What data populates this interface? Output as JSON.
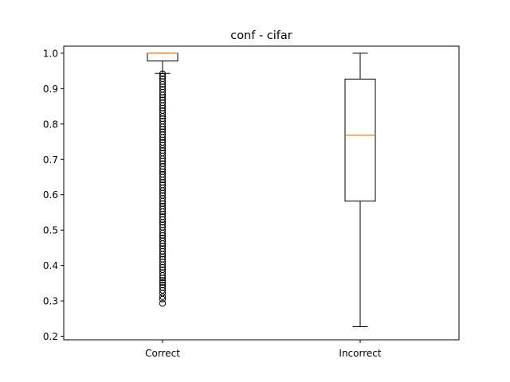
{
  "chart_data": {
    "type": "box",
    "title": "conf - cifar",
    "xlabel": "",
    "ylabel": "",
    "categories": [
      "Correct",
      "Incorrect"
    ],
    "ylim": [
      0.19,
      1.02
    ],
    "yticks": [
      0.2,
      0.3,
      0.4,
      0.5,
      0.6,
      0.7,
      0.8,
      0.9,
      1.0
    ],
    "ytick_labels": [
      "0.2",
      "0.3",
      "0.4",
      "0.5",
      "0.6",
      "0.7",
      "0.8",
      "0.9",
      "1.0"
    ],
    "grid": false,
    "boxes": [
      {
        "category": "Correct",
        "whisker_low": 0.943,
        "q1": 0.978,
        "median": 1.0,
        "q3": 1.0,
        "whisker_high": 1.0,
        "outliers": [
          0.942,
          0.935,
          0.928,
          0.92,
          0.912,
          0.905,
          0.898,
          0.89,
          0.882,
          0.875,
          0.868,
          0.86,
          0.852,
          0.845,
          0.838,
          0.83,
          0.822,
          0.815,
          0.808,
          0.8,
          0.792,
          0.785,
          0.778,
          0.77,
          0.762,
          0.755,
          0.748,
          0.74,
          0.732,
          0.725,
          0.718,
          0.71,
          0.702,
          0.695,
          0.688,
          0.68,
          0.672,
          0.665,
          0.658,
          0.65,
          0.642,
          0.635,
          0.628,
          0.62,
          0.612,
          0.605,
          0.598,
          0.59,
          0.582,
          0.575,
          0.568,
          0.56,
          0.552,
          0.545,
          0.538,
          0.53,
          0.522,
          0.515,
          0.508,
          0.5,
          0.492,
          0.485,
          0.478,
          0.47,
          0.462,
          0.455,
          0.448,
          0.44,
          0.432,
          0.425,
          0.418,
          0.41,
          0.402,
          0.395,
          0.388,
          0.38,
          0.372,
          0.365,
          0.358,
          0.352,
          0.345,
          0.338,
          0.33,
          0.322,
          0.312,
          0.305,
          0.293
        ]
      },
      {
        "category": "Incorrect",
        "whisker_low": 0.227,
        "q1": 0.582,
        "median": 0.768,
        "q3": 0.927,
        "whisker_high": 1.0,
        "outliers": []
      }
    ]
  },
  "colors": {
    "box_edge": "#000000",
    "median": "#ff7f0e",
    "background": "#ffffff"
  }
}
